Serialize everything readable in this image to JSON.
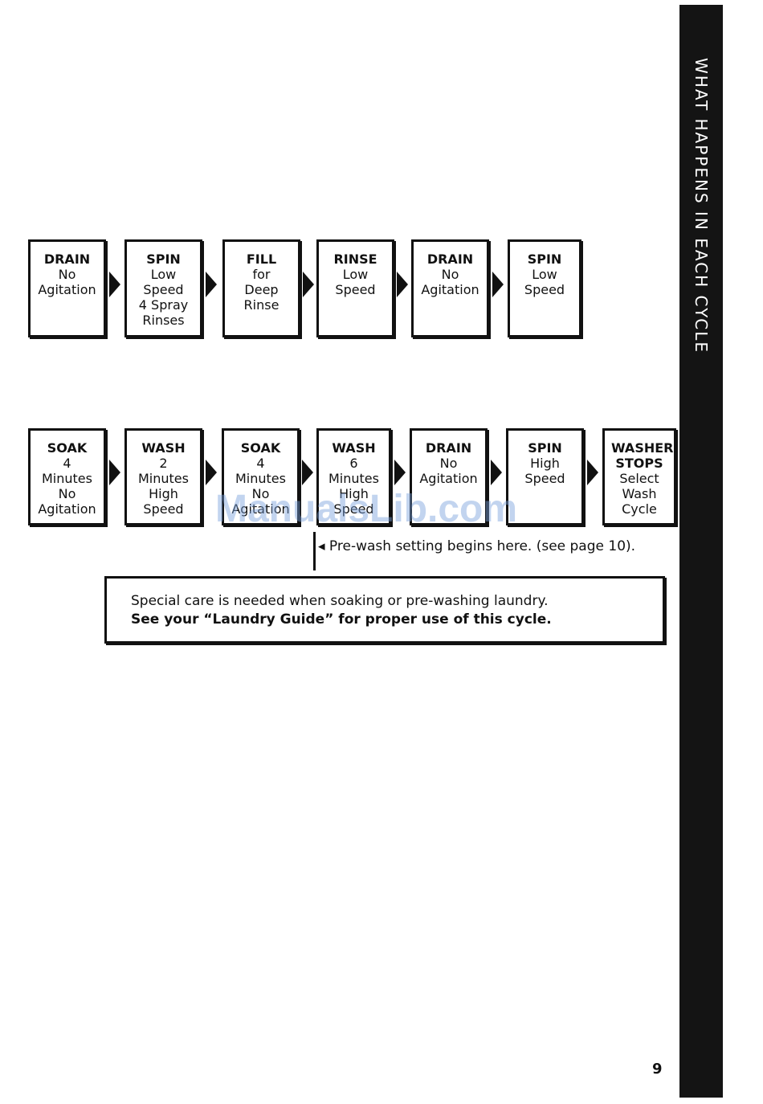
{
  "side_tab": {
    "label": "WHAT HAPPENS IN EACH CYCLE"
  },
  "row1": [
    {
      "title": "DRAIN",
      "lines": [
        "No",
        "Agitation"
      ]
    },
    {
      "title": "SPIN",
      "lines": [
        "Low",
        "Speed",
        "4 Spray",
        "Rinses"
      ]
    },
    {
      "title": "FILL",
      "lines": [
        "for",
        "Deep",
        "Rinse"
      ]
    },
    {
      "title": "RINSE",
      "lines": [
        "Low",
        "Speed"
      ]
    },
    {
      "title": "DRAIN",
      "lines": [
        "No",
        "Agitation"
      ]
    },
    {
      "title": "SPIN",
      "lines": [
        "Low",
        "Speed"
      ]
    }
  ],
  "row2": [
    {
      "title": "SOAK",
      "lines": [
        "4",
        "Minutes",
        "No",
        "Agitation"
      ]
    },
    {
      "title": "WASH",
      "lines": [
        "2",
        "Minutes",
        "High",
        "Speed"
      ]
    },
    {
      "title": "SOAK",
      "lines": [
        "4",
        "Minutes",
        "No",
        "Agitation"
      ]
    },
    {
      "title": "WASH",
      "lines": [
        "6",
        "Minutes",
        "High",
        "Speed"
      ]
    },
    {
      "title": "DRAIN",
      "lines": [
        "No",
        "Agitation"
      ]
    },
    {
      "title": "SPIN",
      "lines": [
        "High",
        "Speed"
      ]
    },
    {
      "title": "WASHER STOPS",
      "lines": [
        "Select",
        "Wash",
        "Cycle"
      ]
    }
  ],
  "prewash_note": "◂ Pre-wash setting begins here. (see page 10).",
  "note": {
    "line1": "Special care is needed when soaking or pre-washing laundry.",
    "line2": "See your “Laundry Guide” for proper use of this cycle."
  },
  "watermark": "ManualsLib.com",
  "page_number": "9"
}
